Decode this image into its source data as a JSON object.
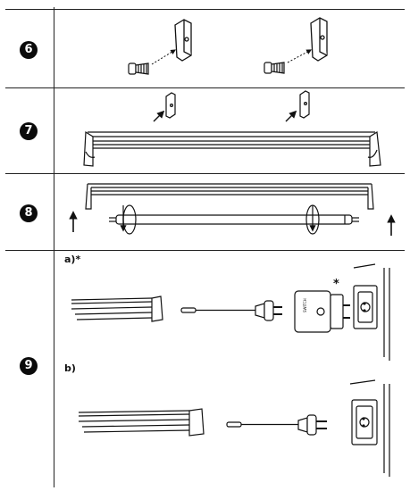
{
  "steps": [
    {
      "number": "6"
    },
    {
      "number": "7"
    },
    {
      "number": "8"
    },
    {
      "number": "9"
    }
  ],
  "step9": {
    "variant_a": "a)*",
    "variant_b": "b)",
    "asterisk": "*",
    "timer_label": "SWITCH"
  },
  "icons": {
    "screw": "screw-icon",
    "clip": "mounting-clip-icon",
    "arrow": "arrow-icon",
    "rotate": "rotate-arrow-icon",
    "lamp": "fluorescent-lamp-fixture-icon",
    "tube": "fluorescent-tube-icon",
    "plug": "power-plug-icon",
    "socket": "wall-socket-icon",
    "timer": "timer-switch-icon"
  }
}
